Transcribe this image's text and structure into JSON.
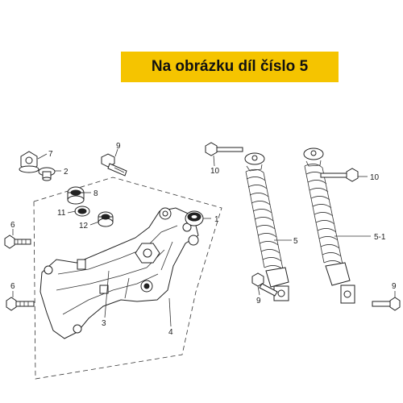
{
  "banner": {
    "text": "Na obrázku díl číslo 5",
    "background": "#f5c400"
  },
  "callouts": [
    "1",
    "2",
    "3",
    "4",
    "5",
    "5-1",
    "6",
    "6",
    "7",
    "8",
    "9",
    "9",
    "9",
    "10",
    "10",
    "11",
    "12"
  ]
}
